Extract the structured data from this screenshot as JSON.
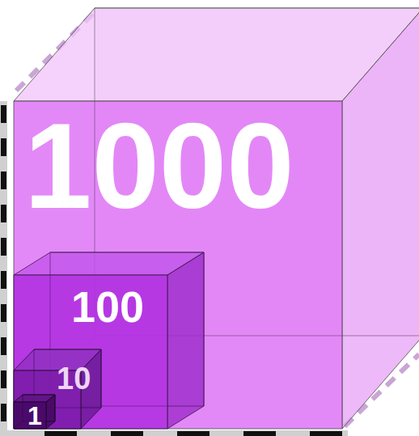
{
  "diagram": {
    "nodes": [
      {
        "text": [
          "1000"
        ]
      },
      {
        "text": [
          "100"
        ],
        "in": 0
      },
      {
        "text": [
          "10"
        ],
        "in": 1
      },
      {
        "text": [
          "1"
        ],
        "in": 2
      }
    ]
  }
}
